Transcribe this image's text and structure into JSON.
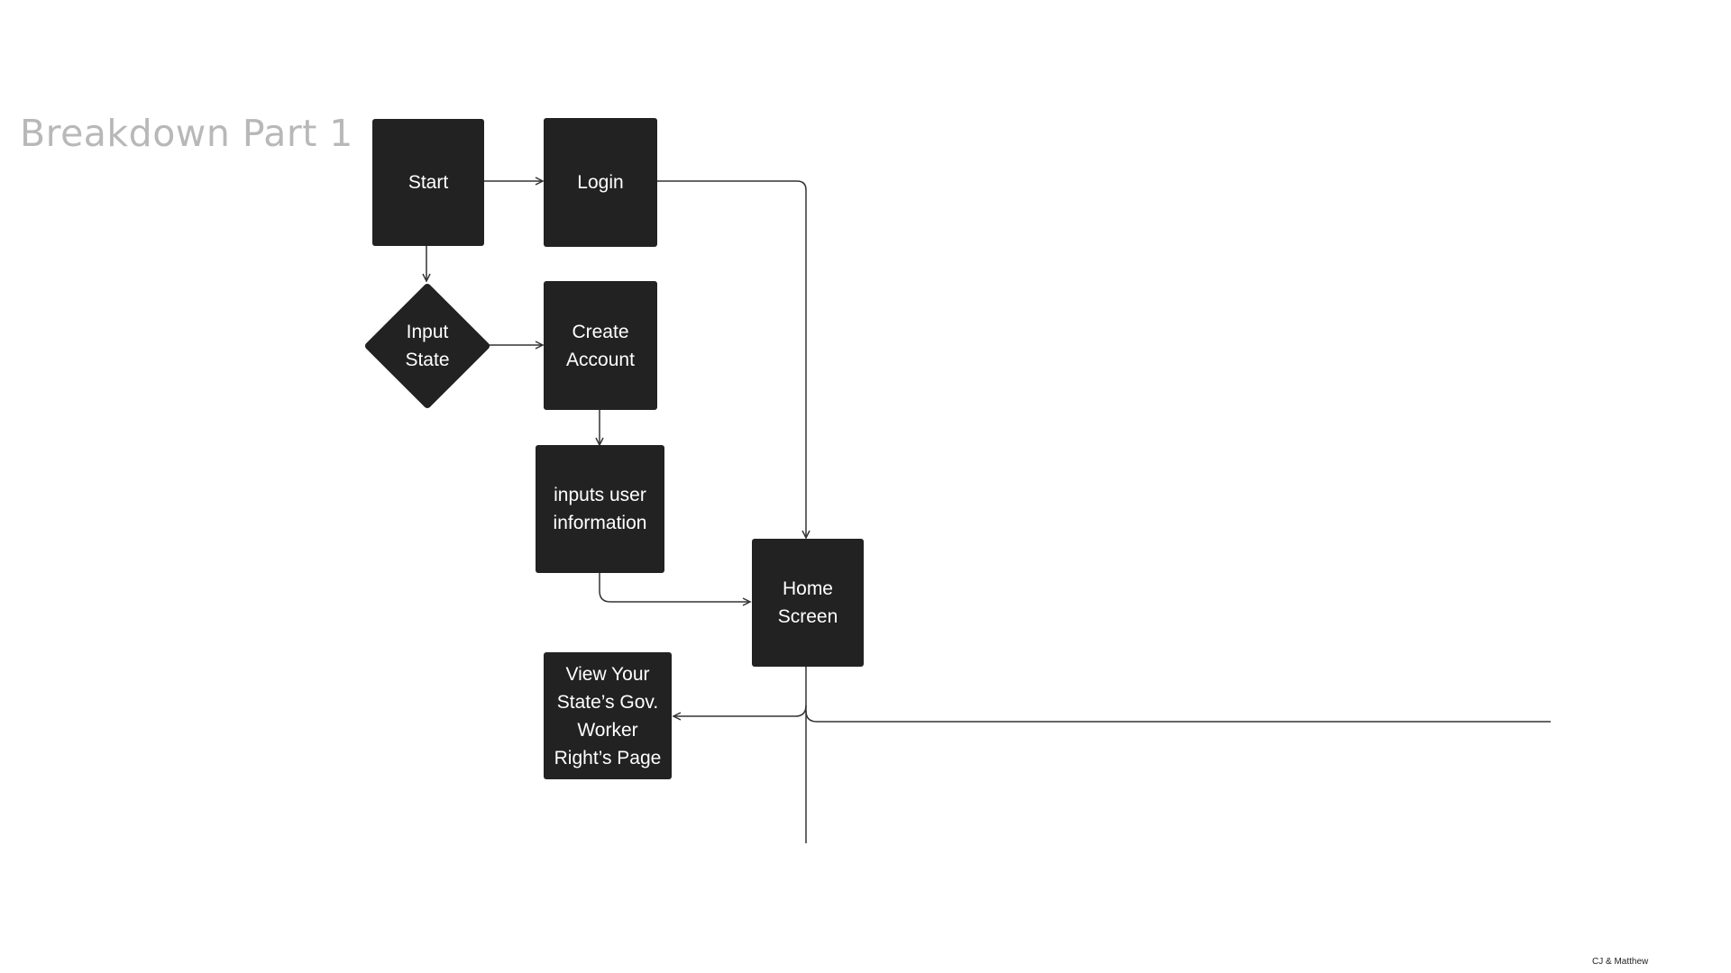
{
  "title": "Breakdown Part 1",
  "footer": "CJ & Matthew",
  "nodes": {
    "start": "Start",
    "login": "Login",
    "input_state": "Input\nState",
    "create_account": "Create\nAccount",
    "inputs_user_information": "inputs user\ninformation",
    "home_screen": "Home\nScreen",
    "view_rights_page": "View Your\nState’s Gov.\nWorker\nRight’s Page"
  },
  "colors": {
    "node_fill": "#222222",
    "node_text": "#ffffff",
    "connector": "#333333",
    "title_text": "#b8b8b8"
  }
}
